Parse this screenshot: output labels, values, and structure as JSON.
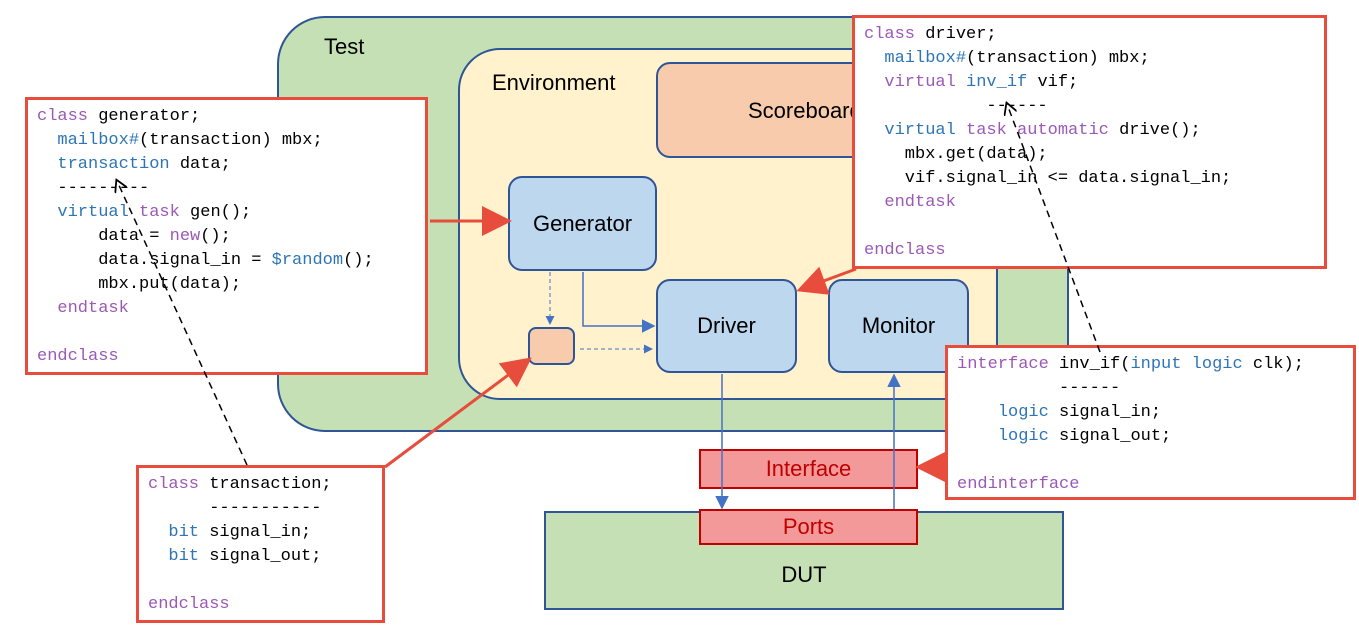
{
  "blocks": {
    "test": "Test",
    "environment": "Environment",
    "scoreboard": "Scoreboard",
    "generator": "Generator",
    "driver": "Driver",
    "monitor": "Monitor",
    "interface": "Interface",
    "ports": "Ports",
    "dut": "DUT"
  },
  "code": {
    "generator": [
      [
        {
          "t": "class",
          "c": "kw"
        },
        {
          "t": " generator;"
        }
      ],
      [
        {
          "t": "  "
        },
        {
          "t": "mailbox#",
          "c": "ty"
        },
        {
          "t": "(transaction) mbx;"
        }
      ],
      [
        {
          "t": "  "
        },
        {
          "t": "transaction",
          "c": "ty"
        },
        {
          "t": " data;"
        }
      ],
      [
        {
          "t": "  ---------"
        }
      ],
      [
        {
          "t": "  "
        },
        {
          "t": "virtual",
          "c": "ty"
        },
        {
          "t": " "
        },
        {
          "t": "task",
          "c": "kw"
        },
        {
          "t": " gen();"
        }
      ],
      [
        {
          "t": "      data = "
        },
        {
          "t": "new",
          "c": "kw"
        },
        {
          "t": "();"
        }
      ],
      [
        {
          "t": "      data.signal_in = "
        },
        {
          "t": "$random",
          "c": "ty"
        },
        {
          "t": "();"
        }
      ],
      [
        {
          "t": "      mbx.put(data);"
        }
      ],
      [
        {
          "t": "  "
        },
        {
          "t": "endtask",
          "c": "kw"
        }
      ],
      [
        {
          "t": ""
        }
      ],
      [
        {
          "t": "endclass",
          "c": "kw"
        }
      ]
    ],
    "driver": [
      [
        {
          "t": "class",
          "c": "kw"
        },
        {
          "t": " driver;"
        }
      ],
      [
        {
          "t": "  "
        },
        {
          "t": "mailbox#",
          "c": "ty"
        },
        {
          "t": "(transaction) mbx;"
        }
      ],
      [
        {
          "t": "  "
        },
        {
          "t": "virtual",
          "c": "kw"
        },
        {
          "t": " "
        },
        {
          "t": "inv_if",
          "c": "ty"
        },
        {
          "t": " vif;"
        }
      ],
      [
        {
          "t": "            ------"
        }
      ],
      [
        {
          "t": "  "
        },
        {
          "t": "virtual",
          "c": "ty"
        },
        {
          "t": " "
        },
        {
          "t": "task",
          "c": "kw"
        },
        {
          "t": " "
        },
        {
          "t": "automatic",
          "c": "kw"
        },
        {
          "t": " drive();"
        }
      ],
      [
        {
          "t": "    mbx.get(data);"
        }
      ],
      [
        {
          "t": "    vif.signal_in <= data.signal_in;"
        }
      ],
      [
        {
          "t": "  "
        },
        {
          "t": "endtask",
          "c": "kw"
        }
      ],
      [
        {
          "t": ""
        }
      ],
      [
        {
          "t": "endclass",
          "c": "kw"
        }
      ]
    ],
    "interface": [
      [
        {
          "t": "interface",
          "c": "kw"
        },
        {
          "t": " inv_if("
        },
        {
          "t": "input",
          "c": "ty"
        },
        {
          "t": " "
        },
        {
          "t": "logic",
          "c": "ty"
        },
        {
          "t": " clk);"
        }
      ],
      [
        {
          "t": "          ------"
        }
      ],
      [
        {
          "t": "    "
        },
        {
          "t": "logic",
          "c": "ty"
        },
        {
          "t": " signal_in;"
        }
      ],
      [
        {
          "t": "    "
        },
        {
          "t": "logic",
          "c": "ty"
        },
        {
          "t": " signal_out;"
        }
      ],
      [
        {
          "t": ""
        }
      ],
      [
        {
          "t": "endinterface",
          "c": "kw"
        }
      ]
    ],
    "transaction": [
      [
        {
          "t": "class",
          "c": "kw"
        },
        {
          "t": " transaction;"
        }
      ],
      [
        {
          "t": "      -----------"
        }
      ],
      [
        {
          "t": "  "
        },
        {
          "t": "bit",
          "c": "ty"
        },
        {
          "t": " signal_in;"
        }
      ],
      [
        {
          "t": "  "
        },
        {
          "t": "bit",
          "c": "ty"
        },
        {
          "t": " signal_out;"
        }
      ],
      [
        {
          "t": ""
        }
      ],
      [
        {
          "t": "endclass",
          "c": "kw"
        }
      ]
    ]
  },
  "colors": {
    "block_blue": "#bdd7ee",
    "block_green": "#c5e0b4",
    "block_yellow": "#fff2cc",
    "block_orange": "#f8cbad",
    "accent_red": "#e74c3c",
    "line_blue": "#4472c4",
    "keyword_purple": "#9b59b6",
    "type_blue": "#2e75b6"
  }
}
